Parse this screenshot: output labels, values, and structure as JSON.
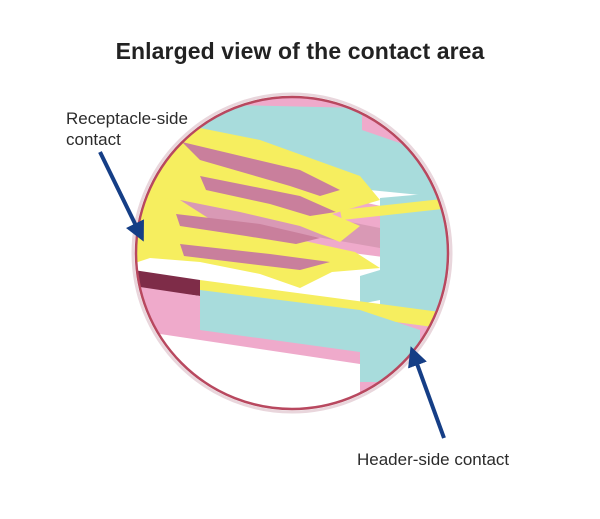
{
  "title": "Enlarged view of the contact area",
  "labels": {
    "receptacle_line1": "Receptacle-side",
    "receptacle_line2": "contact",
    "header": "Header-side contact"
  },
  "colors": {
    "pink": "#efaacb",
    "pink_dark": "#c97f9c",
    "yellow": "#f6ee5f",
    "cyan": "#a8dcdc",
    "maroon": "#7e2c48",
    "rim": "#b8485f",
    "arrow": "#153e86",
    "background": "#ffffff"
  }
}
